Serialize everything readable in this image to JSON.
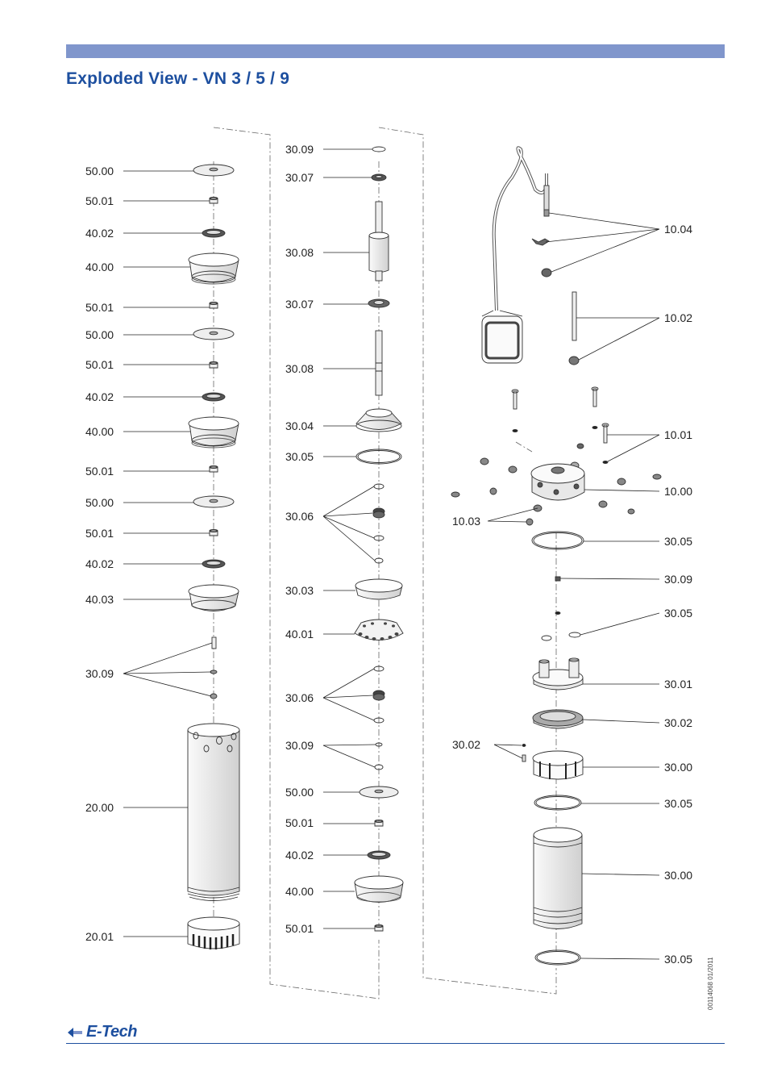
{
  "page": {
    "title": "Exploded View - VN 3 / 5 / 9",
    "doc_number": "00114068  01/2011",
    "brand": "E-Tech",
    "colors": {
      "accent_bar": "#8096cc",
      "brand": "#1d4f9f"
    }
  },
  "labels": {
    "col1": [
      "50.00",
      "50.01",
      "40.02",
      "40.00",
      "50.01",
      "50.00",
      "50.01",
      "40.02",
      "40.00",
      "50.01",
      "50.00",
      "50.01",
      "40.02",
      "40.03",
      "30.09",
      "20.00",
      "20.01"
    ],
    "col2": [
      "30.09",
      "30.07",
      "30.08",
      "30.07",
      "30.08",
      "30.04",
      "30.05",
      "30.06",
      "30.03",
      "40.01",
      "30.06",
      "30.09",
      "50.00",
      "50.01",
      "40.02",
      "40.00",
      "50.01"
    ],
    "col3_left": [
      "10.03",
      "30.02"
    ],
    "col3_right": [
      "10.04",
      "10.02",
      "10.01",
      "10.00",
      "30.05",
      "30.09",
      "30.05",
      "30.01",
      "30.02",
      "30.00",
      "30.05",
      "30.00",
      "30.05"
    ]
  }
}
